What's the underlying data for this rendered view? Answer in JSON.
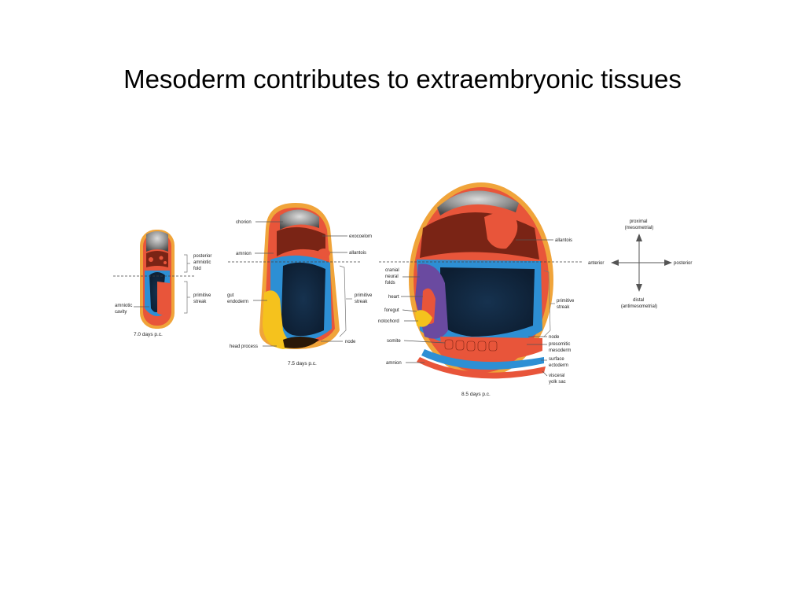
{
  "title": "Mesoderm contributes to extraembryonic tissues",
  "stages": [
    {
      "caption": "7.0 days p.c.",
      "labels": {
        "posterior_amniotic_fold": [
          "posterior",
          "amniotic",
          "fold"
        ],
        "primitive_streak": [
          "primitive",
          "streak"
        ],
        "amniotic_cavity": [
          "amniotic",
          "cavity"
        ]
      }
    },
    {
      "caption": "7.5 days p.c.",
      "labels": {
        "chorion": "chorion",
        "exocoelom": "exocoelom",
        "amnion": "amnion",
        "allantois": "allantois",
        "gut_endoderm": [
          "gut",
          "endoderm"
        ],
        "primitive_streak": [
          "primitive",
          "streak"
        ],
        "head_process": "head process",
        "node": "node"
      }
    },
    {
      "caption": "8.5 days p.c.",
      "labels": {
        "allantois": "allantois",
        "cranial_neural_folds": [
          "cranial",
          "neural",
          "folds"
        ],
        "heart": "heart",
        "foregut": "foregut",
        "notochord": "notochord",
        "somite": "somite",
        "amnion": "amnion",
        "primitive_streak": [
          "primitive",
          "streak"
        ],
        "node": "node",
        "presomitic_mesoderm": [
          "presomitic",
          "mesoderm"
        ],
        "surface_ectoderm": [
          "surface",
          "ectoderm"
        ],
        "visceral_yolk_sac": [
          "visceral",
          "yolk sac"
        ]
      }
    }
  ],
  "axes": {
    "proximal": [
      "proximal",
      "(mesometrial)"
    ],
    "distal": [
      "distal",
      "(antimesometrial)"
    ],
    "anterior": "anterior",
    "posterior": "posterior"
  },
  "colors": {
    "mesoderm": "#e8553a",
    "dark_mesoderm": "#7a2415",
    "endoderm_yolk": "#f5c21d",
    "ectoderm_blue": "#2d8fd4",
    "deep_blue": "#14304e",
    "ectoplacental": "#8a8a8a",
    "outer_membrane": "#f0a43a",
    "neural_purple": "#6a4aa0"
  }
}
